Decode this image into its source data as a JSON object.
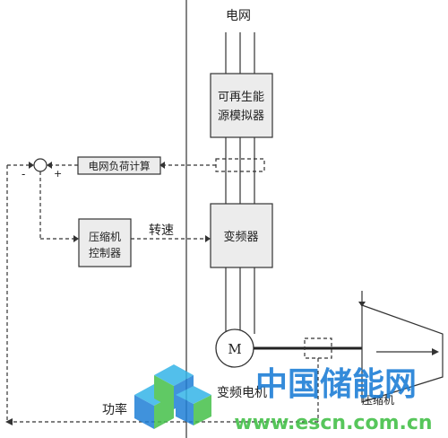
{
  "labels": {
    "grid": "电网",
    "renewable_line1": "可再生能",
    "renewable_line2": "源模拟器",
    "grid_load_calc": "电网负荷计算",
    "vfd": "变频器",
    "compressor_ctrl_line1": "压缩机",
    "compressor_ctrl_line2": "控制器",
    "speed": "转速",
    "motor_symbol": "M",
    "vf_motor": "变频电机",
    "compressor": "压缩机",
    "power": "功率",
    "minus_sign": "-",
    "plus_sign": "+"
  },
  "watermark": {
    "title": "中国储能网",
    "url": "www.escn.com.cn"
  },
  "colors": {
    "watermark_blue": "#1f7fd6",
    "watermark_green": "#45c04a",
    "watermark_cyan": "#35b5e8"
  }
}
